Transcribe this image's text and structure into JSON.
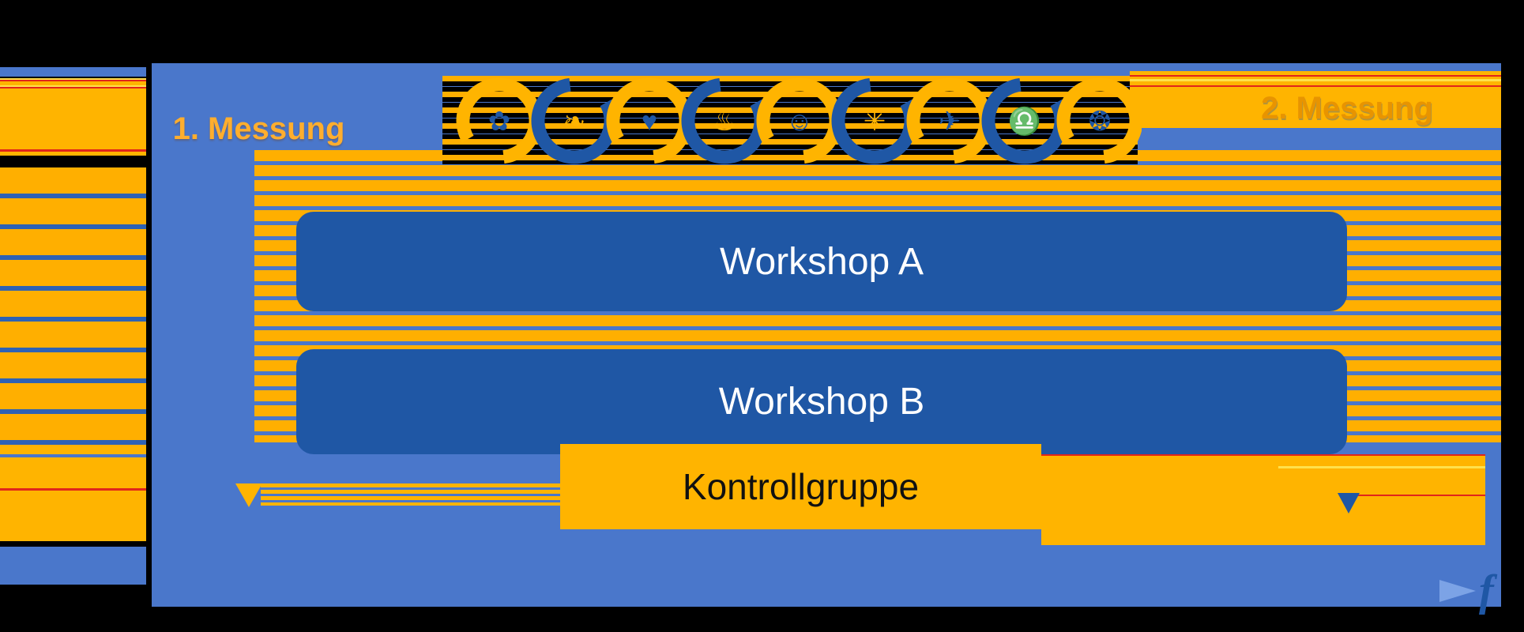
{
  "labels": {
    "first_measurement": "1. Messung",
    "second_measurement": "2. Messung"
  },
  "groups": [
    {
      "id": "workshop-a",
      "label": "Workshop A"
    },
    {
      "id": "workshop-b",
      "label": "Workshop B"
    },
    {
      "id": "kontrollgruppe",
      "label": "Kontrollgruppe"
    }
  ],
  "chain": {
    "description": "chain of nine interlocked circular-arrow links with small pictograms",
    "links": [
      {
        "name": "community-icon",
        "glyph": "✿"
      },
      {
        "name": "dove-icon",
        "glyph": "❧"
      },
      {
        "name": "heart-icon",
        "glyph": "♥"
      },
      {
        "name": "cocktail-icon",
        "glyph": "♨"
      },
      {
        "name": "person-icon",
        "glyph": "☺"
      },
      {
        "name": "wheel-icon",
        "glyph": "✳"
      },
      {
        "name": "paper-plane-icon",
        "glyph": "✈"
      },
      {
        "name": "scales-icon",
        "glyph": "♎"
      },
      {
        "name": "berries-icon",
        "glyph": "❂"
      }
    ]
  },
  "watermark": "f",
  "colors": {
    "panel_blue": "#4A77CB",
    "box_navy": "#1F57A5",
    "orange": "#FFB400",
    "stripe_orange": "#FFAF00",
    "artifact_red": "#E1251B",
    "artifact_yellow": "#FFE14D",
    "label_orange": "#FFAE2E",
    "text_white": "#FFFFFF",
    "text_black": "#111111"
  }
}
